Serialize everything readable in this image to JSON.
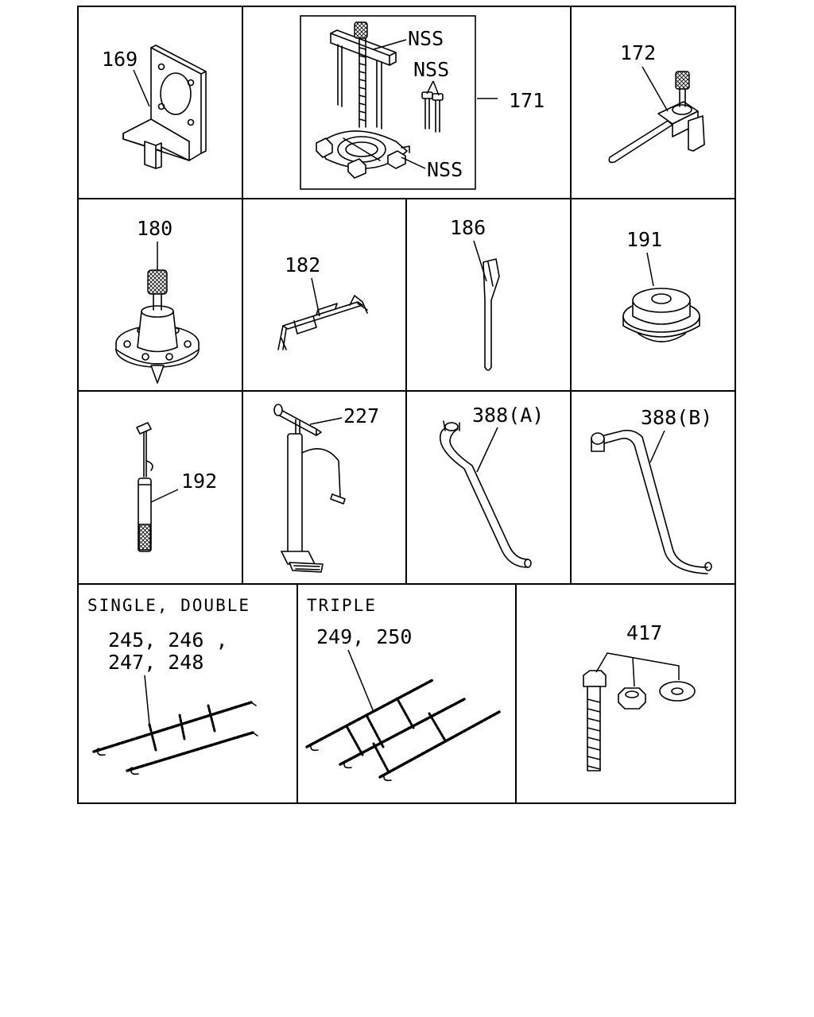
{
  "catalog": {
    "cells": [
      {
        "id": "169",
        "labels": [
          "169"
        ]
      },
      {
        "id": "171",
        "labels": [
          "171",
          "NSS",
          "NSS",
          "NSS"
        ]
      },
      {
        "id": "172",
        "labels": [
          "172"
        ]
      },
      {
        "id": "180",
        "labels": [
          "180"
        ]
      },
      {
        "id": "182",
        "labels": [
          "182"
        ]
      },
      {
        "id": "186",
        "labels": [
          "186"
        ]
      },
      {
        "id": "191",
        "labels": [
          "191"
        ]
      },
      {
        "id": "192",
        "labels": [
          "192"
        ]
      },
      {
        "id": "227",
        "labels": [
          "227"
        ]
      },
      {
        "id": "388A",
        "labels": [
          "388(A)"
        ]
      },
      {
        "id": "388B",
        "labels": [
          "388(B)"
        ]
      },
      {
        "id": "chains-sd",
        "header": "SINGLE, DOUBLE",
        "labels": [
          "245, 246 ,",
          "247, 248"
        ]
      },
      {
        "id": "chains-t",
        "header": "TRIPLE",
        "labels": [
          "249, 250"
        ]
      },
      {
        "id": "417",
        "labels": [
          "417"
        ]
      }
    ]
  }
}
